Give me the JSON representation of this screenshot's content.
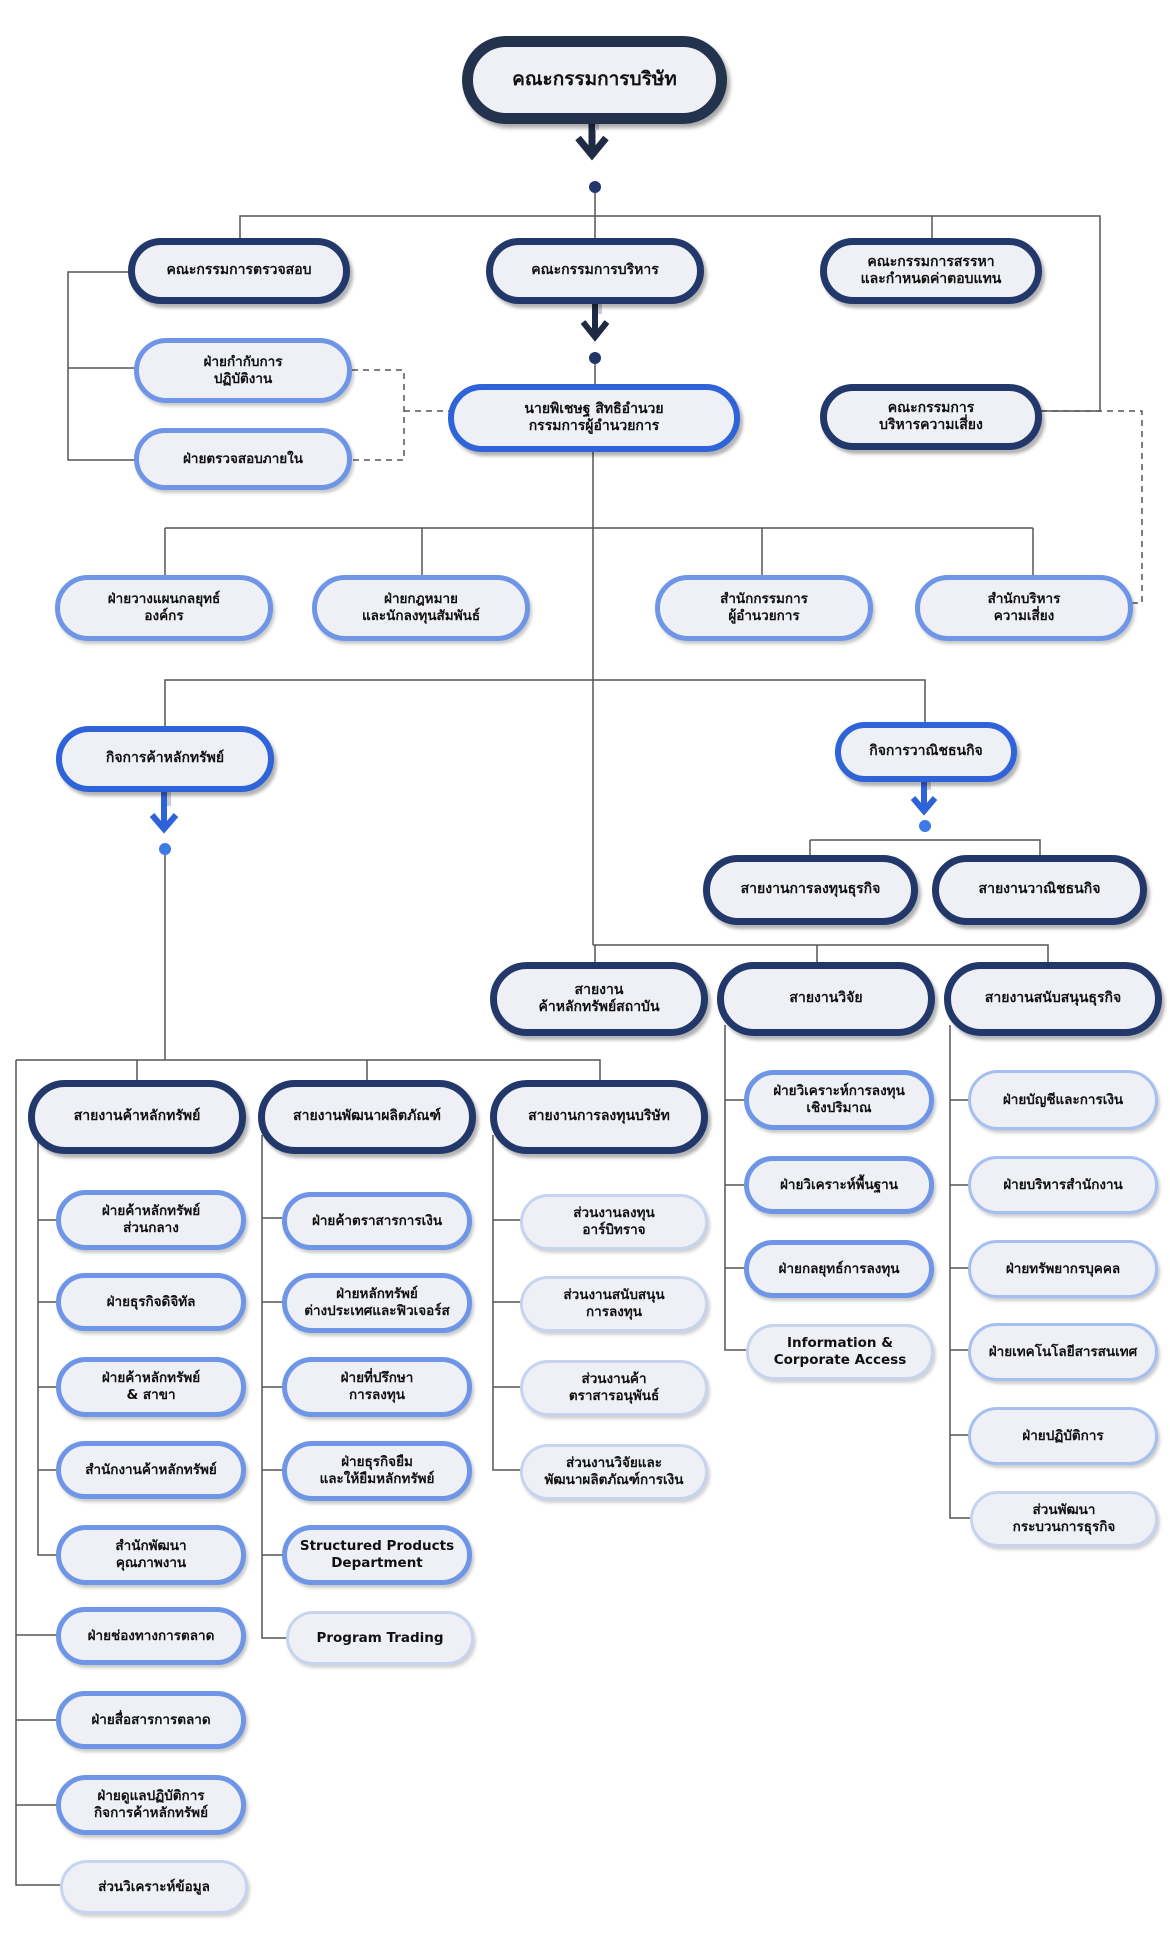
{
  "nodes": {
    "board": "คณะกรรมการบริษัท",
    "audit_committee": "คณะกรรมการตรวจสอบ",
    "executive_committee": "คณะกรรมการบริหาร",
    "nomination_committee": [
      "คณะกรรมการสรรหา",
      "และกำหนดค่าตอบแทน"
    ],
    "risk_committee": [
      "คณะกรรมการ",
      "บริหารความเสี่ยง"
    ],
    "compliance": [
      "ฝ่ายกำกับการ",
      "ปฏิบัติงาน"
    ],
    "internal_audit": "ฝ่ายตรวจสอบภายใน",
    "ceo": [
      "นายพิเชษฐ สิทธิอำนวย",
      "กรรมการผู้อำนวยการ"
    ],
    "strategic_planning": [
      "ฝ่ายวางแผนกลยุทธ์",
      "องค์กร"
    ],
    "legal": [
      "ฝ่ายกฎหมาย",
      "และนักลงทุนสัมพันธ์"
    ],
    "ceo_office": [
      "สำนักกรรมการ",
      "ผู้อำนวยการ"
    ],
    "risk_office": [
      "สำนักบริหาร",
      "ความเสี่ยง"
    ],
    "securities_business": "กิจการค้าหลักทรัพย์",
    "commercial_business": "กิจการวาณิชธนกิจ",
    "investment_banking": "สายงานการลงทุนธุรกิจ",
    "commercial_line": "สายงานวาณิชธนกิจ",
    "institutional": [
      "สายงาน",
      "ค้าหลักทรัพย์สถาบัน"
    ],
    "research": "สายงานวิจัย",
    "business_support": "สายงานสนับสนุนธุรกิจ",
    "securities_line": "สายงานค้าหลักทรัพย์",
    "product_dev": "สายงานพัฒนาผลิตภัณฑ์",
    "company_investment": "สายงานการลงทุนบริษัท",
    "sec_central": [
      "ฝ่ายค้าหลักทรัพย์",
      "ส่วนกลาง"
    ],
    "digital": "ฝ่ายธุรกิจดิจิทัล",
    "sec_branch": [
      "ฝ่ายค้าหลักทรัพย์",
      "& สาขา"
    ],
    "sec_office": "สำนักงานค้าหลักทรัพย์",
    "quality_dev": [
      "สำนักพัฒนา",
      "คุณภาพงาน"
    ],
    "channels": "ฝ่ายช่องทางการตลาด",
    "marketing_comm": "ฝ่ายสื่อสารการตลาด",
    "operations_oversight": [
      "ฝ่ายดูแลปฏิบัติการ",
      "กิจการค้าหลักทรัพย์"
    ],
    "data_analysis": "ส่วนวิเคราะห์ข้อมูล",
    "money_market": "ฝ่ายค้าตราสารการเงิน",
    "foreign_futures": [
      "ฝ่ายหลักทรัพย์",
      "ต่างประเทศและฟิวเจอร์ส"
    ],
    "investment_advisory": [
      "ฝ่ายที่ปรึกษา",
      "การลงทุน"
    ],
    "sbl": [
      "ฝ่ายธุรกิจยืม",
      "และให้ยืมหลักทรัพย์"
    ],
    "structured_products": [
      "Structured Products",
      "Department"
    ],
    "program_trading": "Program Trading",
    "arbitrage": [
      "ส่วนงานลงทุน",
      "อาร์บิทราจ"
    ],
    "investment_support": [
      "ส่วนงานสนับสนุน",
      "การลงทุน"
    ],
    "derivatives_trading": [
      "ส่วนงานค้า",
      "ตราสารอนุพันธ์"
    ],
    "financial_product_rnd": [
      "ส่วนงานวิจัยและ",
      "พัฒนาผลิตภัณฑ์การเงิน"
    ],
    "quant_analysis": [
      "ฝ่ายวิเคราะห์การลงทุน",
      "เชิงปริมาณ"
    ],
    "fundamental_analysis": "ฝ่ายวิเคราะห์พื้นฐาน",
    "investment_strategy": "ฝ่ายกลยุทธ์การลงทุน",
    "corporate_access": [
      "Information &",
      "Corporate Access"
    ],
    "accounting": "ฝ่ายบัญชีและการเงิน",
    "office_admin": "ฝ่ายบริหารสำนักงาน",
    "hr": "ฝ่ายทรัพยากรบุคคล",
    "it": "ฝ่ายเทคโนโลยีสารสนเทศ",
    "operations": "ฝ่ายปฏิบัติการ",
    "process_dev": [
      "ส่วนพัฒนา",
      "กระบวนการธุรกิจ"
    ]
  },
  "colors": {
    "top": "#23324d",
    "committee": "#22386a",
    "primary": "#2f63d9",
    "secondary": "#6e95e6",
    "tertiary": "#a5bff2",
    "quaternary": "#c6d4ef",
    "line": "#555555",
    "dot": "#2f63d9",
    "node_fill": "#eef0f5"
  }
}
